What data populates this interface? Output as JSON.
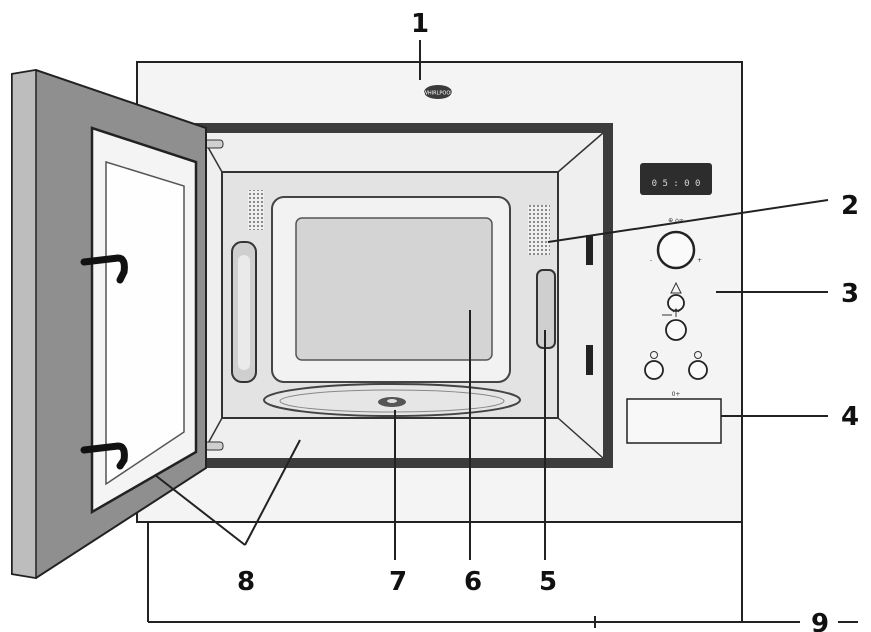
{
  "callouts": [
    {
      "number": "1",
      "part": "frame"
    },
    {
      "number": "2",
      "part": "cavity-vents"
    },
    {
      "number": "3",
      "part": "control-panel"
    },
    {
      "number": "4",
      "part": "rating-plate"
    },
    {
      "number": "5",
      "part": "waveguide-cover"
    },
    {
      "number": "6",
      "part": "cavity"
    },
    {
      "number": "7",
      "part": "turntable-coupler"
    },
    {
      "number": "8",
      "part": "door"
    },
    {
      "number": "9",
      "part": "installation-width"
    }
  ],
  "logo_text": "WHIRLPOOL",
  "display_text": "0 5 : 0 0",
  "panel_marks": {
    "dial_top": "⊕ ⌂∞",
    "dial_minus": "-",
    "dial_plus": "+",
    "button_label": "0+"
  },
  "colors": {
    "line": "#222222",
    "panel_fill": "#f3f3f3",
    "door_frame": "#9a9a9a",
    "cavity_fill": "#dcdcdc",
    "window_fill": "#c9c9c9",
    "display_fill": "#2d2d2d"
  }
}
